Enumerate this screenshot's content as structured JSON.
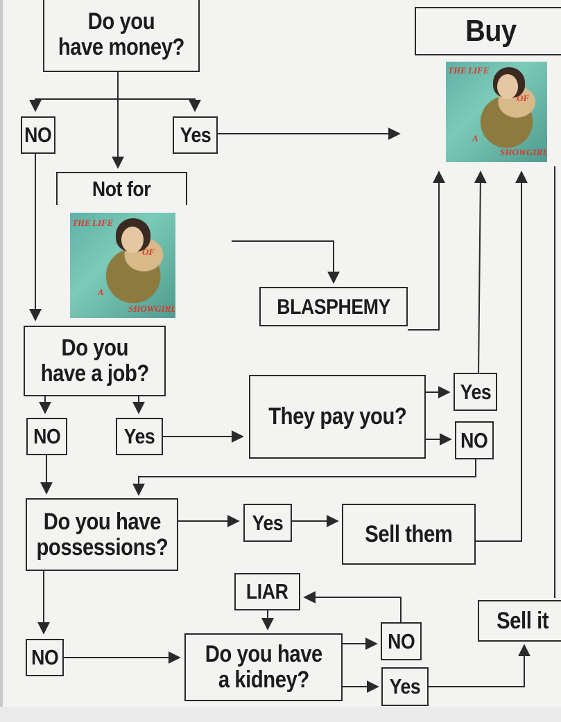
{
  "nodes": {
    "money_q": "Do you\nhave money?",
    "buy": "Buy",
    "no1": "NO",
    "yes1": "Yes",
    "not_for": "Not for",
    "blasphemy": "BLASPHEMY",
    "job_q": "Do you\nhave a job?",
    "pay_q": "They pay you?",
    "yes_pay": "Yes",
    "no_pay": "NO",
    "no2": "NO",
    "yes2": "Yes",
    "poss_q": "Do you have\npossessions?",
    "yes3": "Yes",
    "sell_them": "Sell them",
    "liar": "LIAR",
    "no4": "NO",
    "kidney_q": "Do you have\na kidney?",
    "no_k": "NO",
    "yes_k": "Yes",
    "sell_it": "Sell it"
  },
  "album_cover": {
    "title_words": [
      "THE",
      "LIFE",
      "OF",
      "A",
      "SHOWGIRL"
    ],
    "colors": {
      "water": "#6cbcae",
      "title": "#d93a2a"
    }
  },
  "colors": {
    "line": "#2a2a2a",
    "background": "#f3f3f1"
  }
}
